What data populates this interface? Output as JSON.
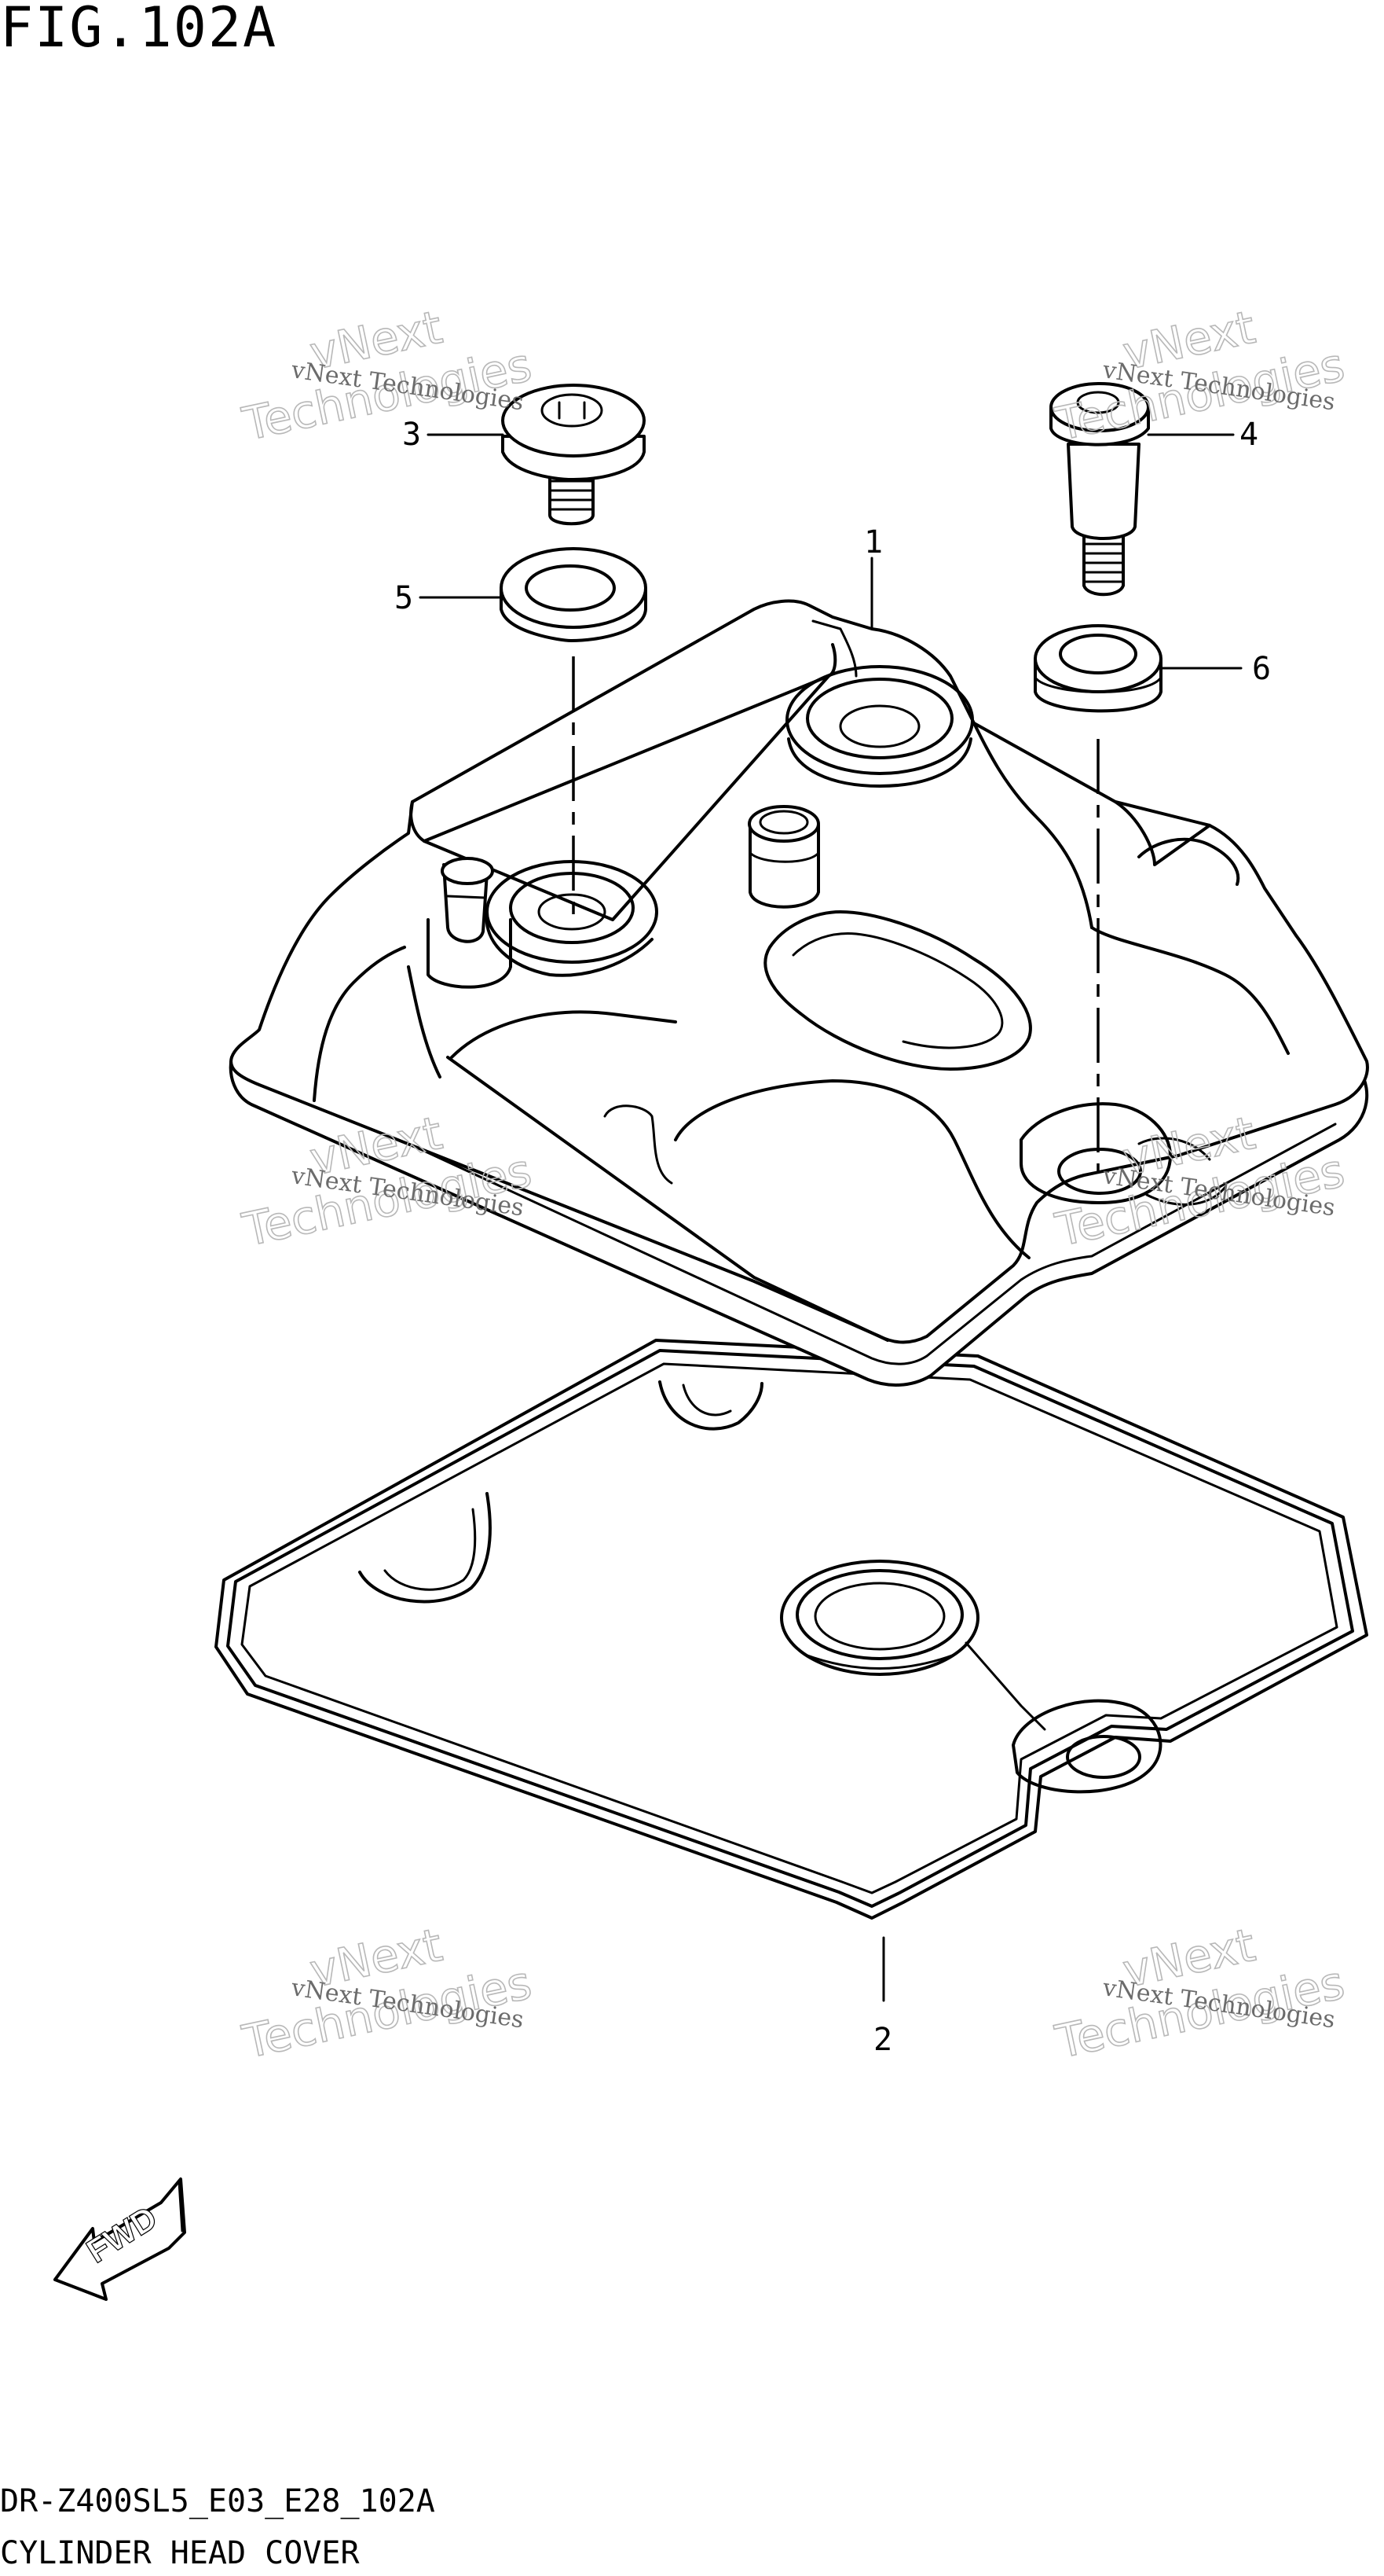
{
  "figure": {
    "title": "FIG.102A",
    "model_code": "DR-Z400SL5_E03_E28_102A",
    "name": "CYLINDER HEAD COVER"
  },
  "callouts": [
    {
      "id": "callout-1",
      "label": "1"
    },
    {
      "id": "callout-2",
      "label": "2"
    },
    {
      "id": "callout-3",
      "label": "3"
    },
    {
      "id": "callout-4",
      "label": "4"
    },
    {
      "id": "callout-5",
      "label": "5"
    },
    {
      "id": "callout-6",
      "label": "6"
    }
  ],
  "watermark": {
    "line": "vNext Technologies",
    "word1": "vNext",
    "word2": "Technologies"
  },
  "direction_badge": {
    "label": "FWD",
    "icon": "forward-arrow-icon"
  },
  "colors": {
    "ink": "#000000",
    "background": "#ffffff",
    "watermark": "#b8b8b8"
  }
}
